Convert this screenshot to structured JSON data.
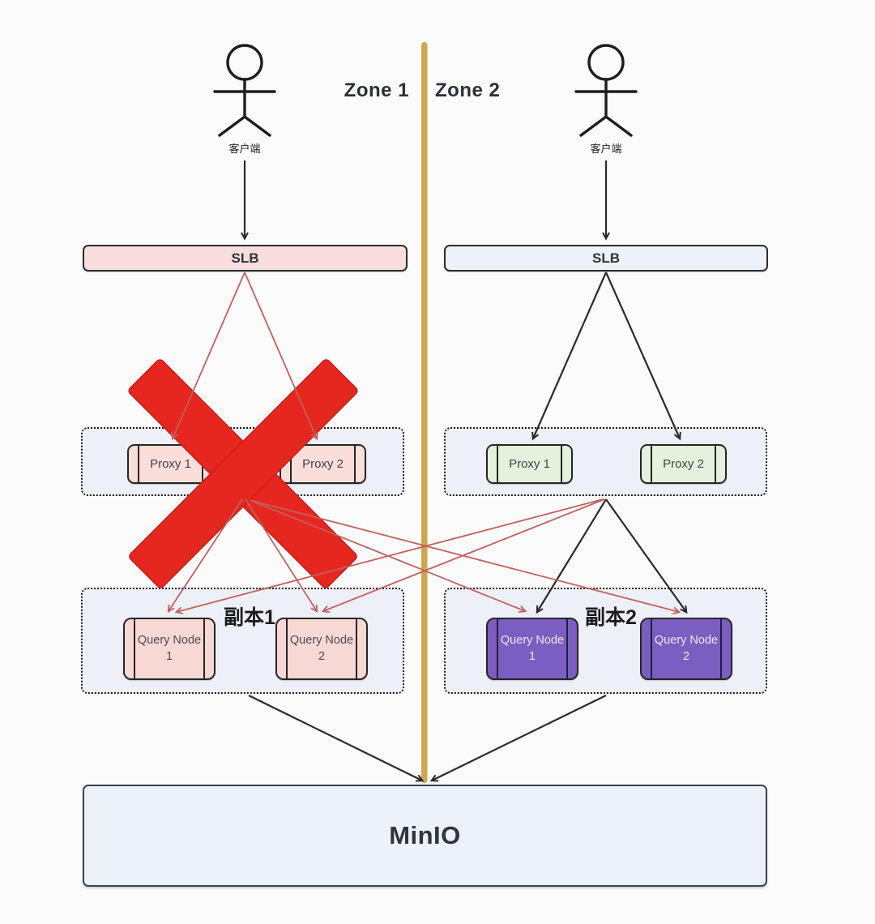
{
  "divider": {
    "color": "#cfa74b"
  },
  "zones": {
    "zone1": {
      "title": "Zone 1",
      "client_label": "客户端",
      "slb_label": "SLB",
      "slb_color": "#f8dddd",
      "proxies": [
        {
          "label": "Proxy 1"
        },
        {
          "label": "Proxy 2"
        }
      ],
      "proxy_color": "#fbdeda",
      "replica_label": "副本1",
      "query_nodes": [
        {
          "line1": "Query Node",
          "line2": "1"
        },
        {
          "line1": "Query Node",
          "line2": "2"
        }
      ],
      "query_node_color": "#f8d8d5",
      "status": "failed (crossed out)"
    },
    "zone2": {
      "title": "Zone 2",
      "client_label": "客户端",
      "slb_label": "SLB",
      "slb_color": "#edf1f9",
      "proxies": [
        {
          "label": "Proxy 1"
        },
        {
          "label": "Proxy 2"
        }
      ],
      "proxy_color": "#e4f2dd",
      "replica_label": "副本2",
      "query_nodes": [
        {
          "line1": "Query Node",
          "line2": "1"
        },
        {
          "line1": "Query Node",
          "line2": "2"
        }
      ],
      "query_node_color": "#7b5ec1",
      "status": "healthy"
    }
  },
  "storage": {
    "label": "MinIO",
    "color": "#edf1f9"
  },
  "marks": {
    "failure_cross_color": "#e5271f",
    "failover_arrow_color": "#c2605d",
    "normal_arrow_color": "#2a2a2a"
  },
  "edges": [
    "zone1.client -> zone1.slb (black)",
    "zone2.client -> zone2.slb (black)",
    "zone1.slb -> zone1.proxy1 (red)",
    "zone1.slb -> zone1.proxy2 (red)",
    "zone2.slb -> zone2.proxy1 (black)",
    "zone2.slb -> zone2.proxy2 (black)",
    "zone1.proxies -> zone1.querynode1 (red)",
    "zone1.proxies -> zone1.querynode2 (red)",
    "zone1.proxies -> zone2.querynode1 (red)",
    "zone1.proxies -> zone2.querynode2 (red)",
    "zone2.proxies -> zone1.querynode1 (red)",
    "zone2.proxies -> zone1.querynode2 (red)",
    "zone2.proxies -> zone2.querynode1 (black)",
    "zone2.proxies -> zone2.querynode2 (black)",
    "zone1.replica -> minio (black)",
    "zone2.replica -> minio (black)"
  ]
}
